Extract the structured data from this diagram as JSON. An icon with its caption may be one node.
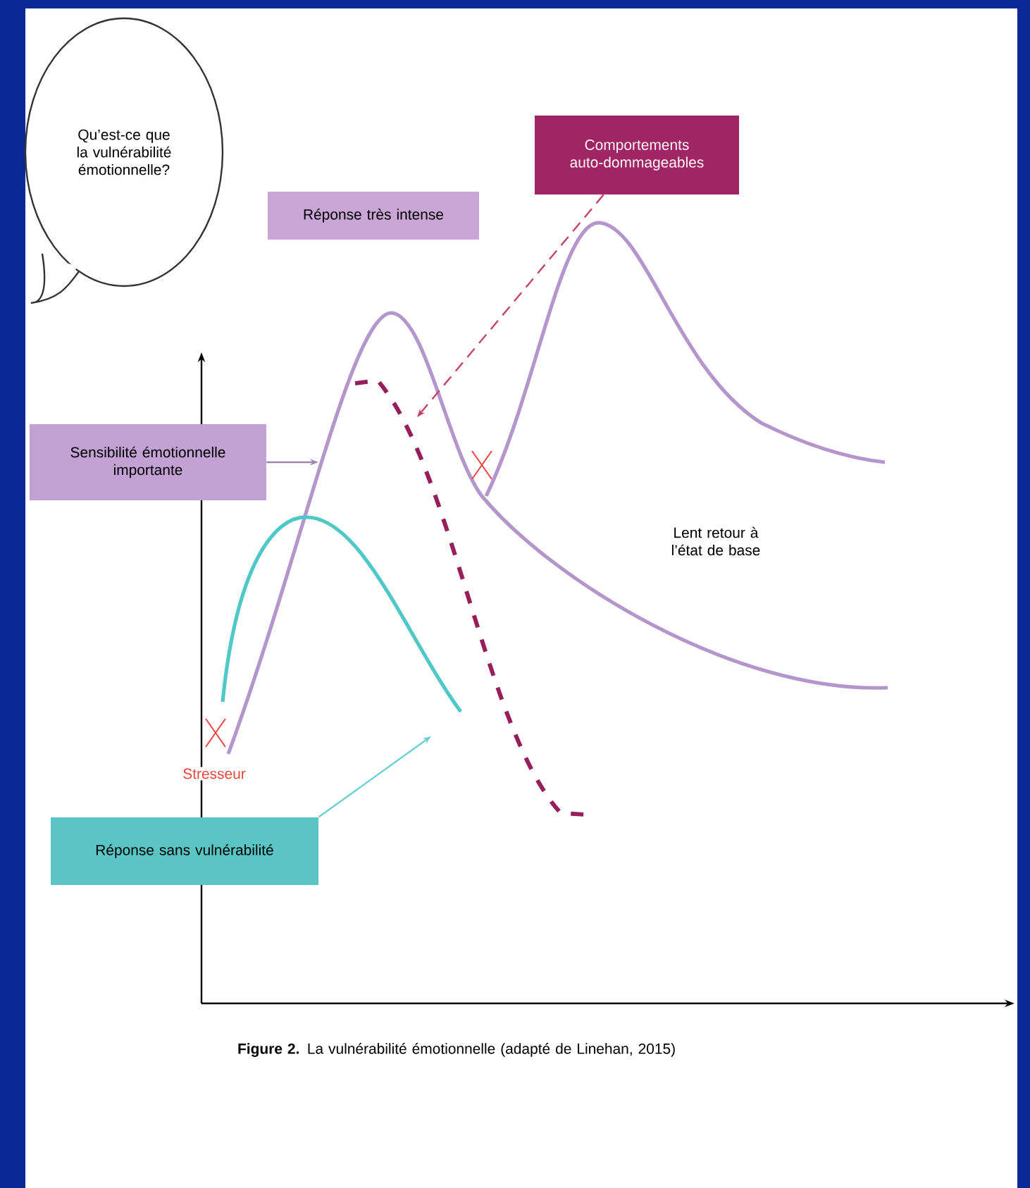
{
  "diagram": {
    "caption": "**Figure 2.** La vulnérabilité émotionnelle (adapté de Linehan, 2015)",
    "nodes": [
      {
        "text": [
          "Qu’est-ce que la vulnérabilité émotionnelle?"
        ]
      },
      {
        "text": [
          "Réponse très intense"
        ]
      },
      {
        "text": [
          "Comportements auto-dommageables"
        ]
      },
      {
        "text": [
          "Sensibilité émotionnelle importante"
        ]
      },
      {
        "text": [
          "Réponse sans vulnérabilité"
        ]
      },
      {
        "text": [],
        "shape": "curve"
      }
    ],
    "edges": [
      {
        "from": 2,
        "to": null,
        "arrow": "to",
        "style": "dashed",
        "color": "#c4426e"
      },
      {
        "from": 3,
        "to": null,
        "arrow": "to",
        "color": "#9f86b0"
      },
      {
        "from": 4,
        "to": 5,
        "arrow": "to",
        "color": "#6ccfd3"
      }
    ],
    "labels": [
      "Stresseur",
      "Lent retour à l’état de base"
    ]
  }
}
